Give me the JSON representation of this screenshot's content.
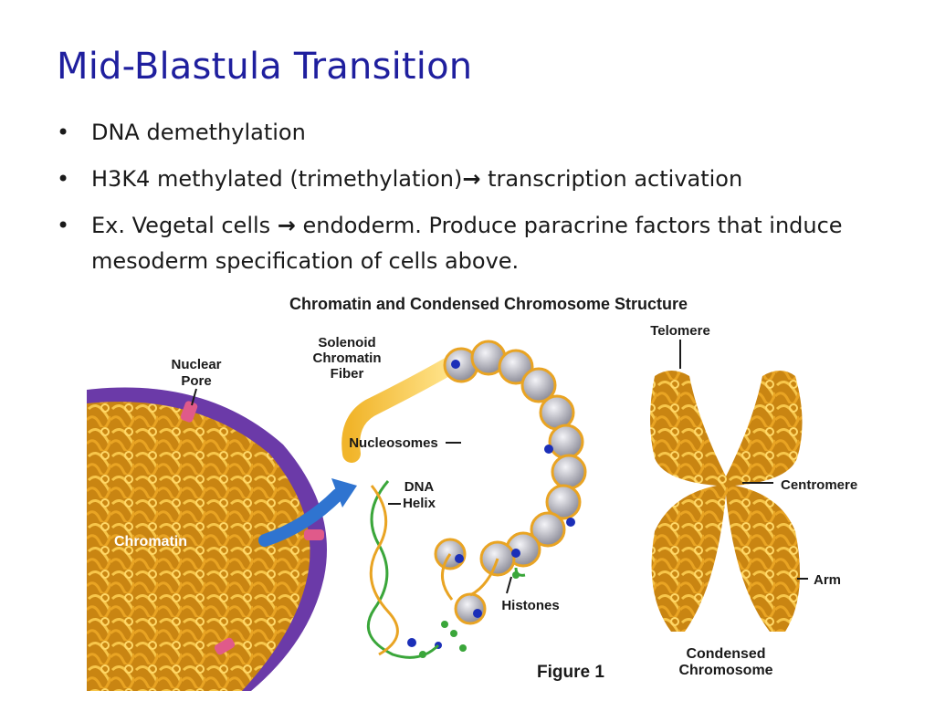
{
  "slide": {
    "title": "Mid-Blastula Transition",
    "bullets": [
      {
        "marker": "•",
        "parts": [
          "DNA demethylation"
        ]
      },
      {
        "marker": "•",
        "parts": [
          "H3K4 methylated (trimethylation)",
          "→",
          " transcription activation"
        ]
      },
      {
        "marker": "•",
        "parts": [
          "Ex. Vegetal cells ",
          "→",
          " endoderm.  Produce paracrine factors that induce mesoderm specification of cells above."
        ]
      }
    ]
  },
  "figure": {
    "heading": "Chromatin and Condensed Chromosome Structure",
    "labels": {
      "nuclear_pore_1": "Nuclear",
      "nuclear_pore_2": "Pore",
      "chromatin": "Chromatin",
      "solenoid_1": "Solenoid",
      "solenoid_2": "Chromatin",
      "solenoid_3": "Fiber",
      "nucleosomes": "Nucleosomes",
      "dna_helix_1": "DNA",
      "dna_helix_2": "Helix",
      "histones": "Histones",
      "telomere": "Telomere",
      "centromere": "Centromere",
      "arm": "Arm",
      "condensed_1": "Condensed",
      "condensed_2": "Chromosome",
      "caption": "Figure 1"
    },
    "colors": {
      "title": "#1f1f9e",
      "chromatin": "#d99a1e",
      "membrane": "#6b3aa8",
      "nucleosome": "#b8b8c0",
      "histone": "#1b2fb8",
      "dna_green": "#3aa63a",
      "arrow": "#2f74d0"
    }
  }
}
